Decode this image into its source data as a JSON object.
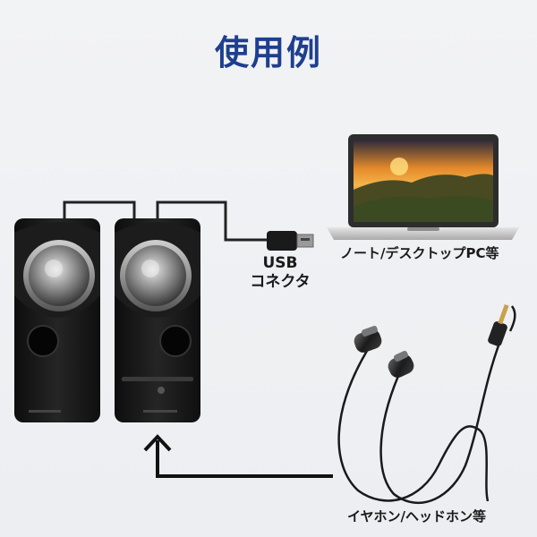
{
  "title": "使用例",
  "labels": {
    "pc": "ノート/デスクトップPC等",
    "usb_line1": "USB",
    "usb_line2": "コネクタ",
    "earphones": "イヤホン/ヘッドホン等"
  },
  "colors": {
    "title": "#1e3f8f",
    "cable": "#222222",
    "speaker_body": "#161616",
    "background": "#eef0f2"
  },
  "icons": [
    "speaker-left",
    "speaker-right",
    "laptop",
    "usb-plug",
    "earphones",
    "up-arrow"
  ]
}
